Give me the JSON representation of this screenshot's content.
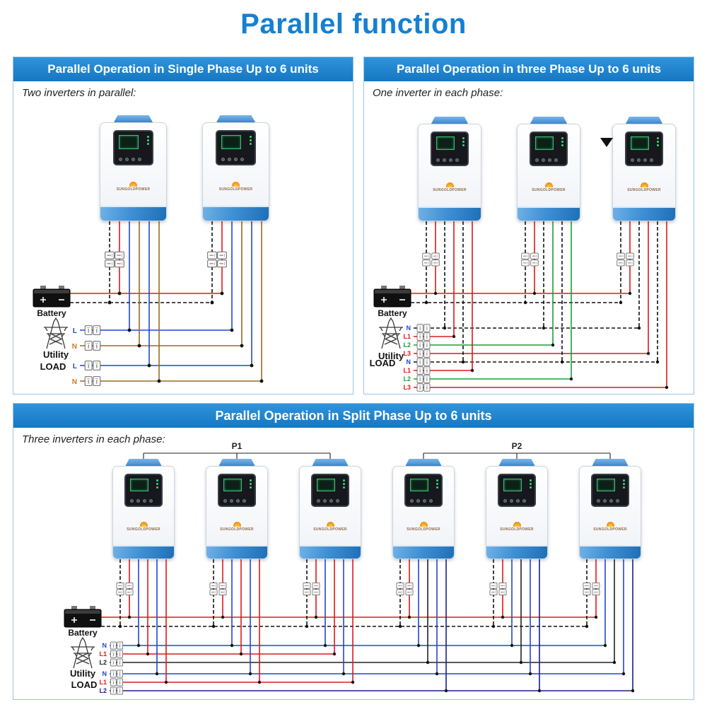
{
  "title": "Parallel function",
  "brand": "SUNGOLDPOWER",
  "colors": {
    "title_blue": "#1580d0",
    "header_blue": "#1e86d4",
    "wire_red": "#e01818",
    "wire_blue": "#2247cc",
    "wire_brown": "#9a6b21",
    "wire_green": "#17a13a",
    "wire_navy": "#1b1b8f",
    "wire_black": "#111111"
  },
  "panels": {
    "single": {
      "header": "Parallel Operation in Single Phase Up to 6 units",
      "subtitle": "Two inverters in parallel:",
      "battery_label": "Battery",
      "utility_label": "Utility",
      "load_label": "LOAD",
      "lines": {
        "l": "L",
        "n": "N"
      }
    },
    "three": {
      "header": "Parallel Operation in three Phase Up to 6 units",
      "subtitle": "One inverter in each phase:",
      "battery_label": "Battery",
      "utility_label": "Utility",
      "load_label": "LOAD",
      "lines": {
        "n": "N",
        "l1": "L1",
        "l2": "L2",
        "l3": "L3"
      }
    },
    "split": {
      "header": "Parallel Operation in Split Phase Up to 6 units",
      "subtitle": "Three inverters in each phase:",
      "groups": {
        "p1": "P1",
        "p2": "P2"
      },
      "battery_label": "Battery",
      "utility_label": "Utility",
      "load_label": "LOAD",
      "lines": {
        "n": "N",
        "l1": "L1",
        "l2": "L2"
      }
    }
  }
}
